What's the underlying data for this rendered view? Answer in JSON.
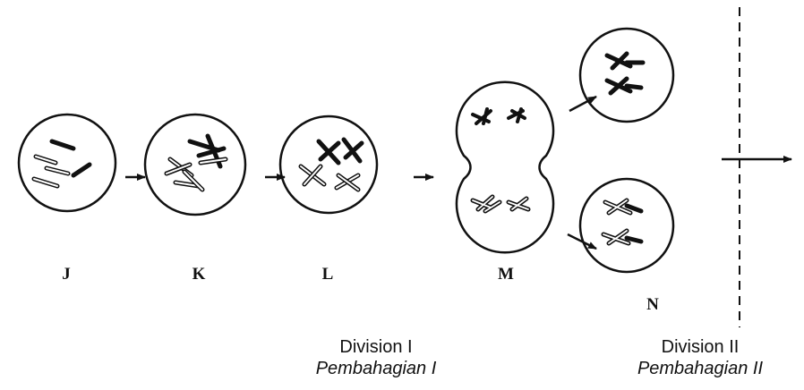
{
  "stages": [
    {
      "id": "J",
      "label": "J"
    },
    {
      "id": "K",
      "label": "K"
    },
    {
      "id": "L",
      "label": "L"
    },
    {
      "id": "M",
      "label": "M"
    },
    {
      "id": "N",
      "label": "N"
    }
  ],
  "captions": {
    "division_1": {
      "en": "Division I",
      "ms": "Pembahagian I"
    },
    "division_2": {
      "en": "Division II",
      "ms": "Pembahagian II"
    }
  },
  "colors": {
    "ink": "#111111",
    "background": "#ffffff"
  }
}
